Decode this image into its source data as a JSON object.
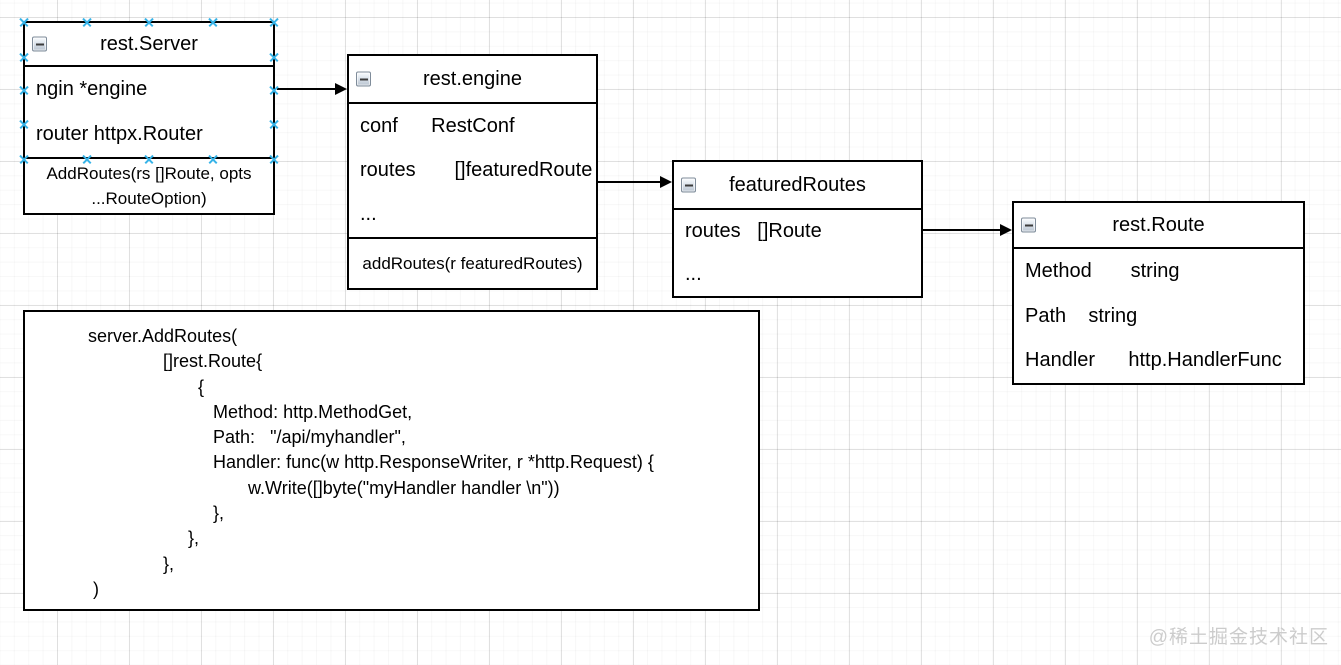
{
  "classes": [
    {
      "title": "rest.Server",
      "fields": [
        "ngin *engine",
        "router httpx.Router"
      ],
      "methods": [
        "AddRoutes(rs []Route, opts ...RouteOption)"
      ]
    },
    {
      "title": "rest.engine",
      "fields": [
        "conf      RestConf",
        "routes       []featuredRoute",
        "..."
      ],
      "methods": [
        "addRoutes(r featuredRoutes)"
      ]
    },
    {
      "title": "featuredRoutes",
      "fields": [
        "routes   []Route",
        "..."
      ]
    },
    {
      "title": "rest.Route",
      "fields": [
        "Method       string",
        "Path    string",
        "Handler      http.HandlerFunc"
      ]
    }
  ],
  "code_block": {
    "lines": [
      "        server.AddRoutes(",
      "                       []rest.Route{",
      "                              {",
      "                                 Method: http.MethodGet,",
      "                                 Path:   \"/api/myhandler\",",
      "                                 Handler: func(w http.ResponseWriter, r *http.Request) {",
      "                                        w.Write([]byte(\"myHandler handler \\n\"))",
      "                                 },",
      "                            },",
      "                       },",
      "         )"
    ]
  },
  "canvas": {
    "watermark": "@稀土掘金技术社区",
    "accent_color": "#36b3e8",
    "line_color": "#000000"
  }
}
